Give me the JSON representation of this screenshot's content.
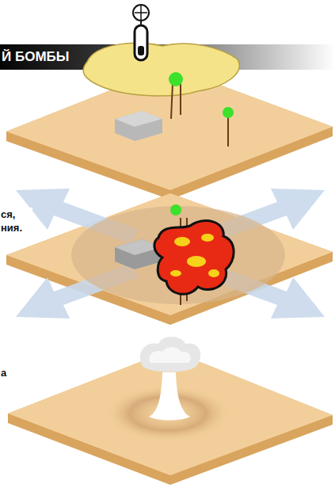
{
  "diagram": {
    "title": "Й БОМБЫ",
    "labels": [
      "ся, ния.",
      "а"
    ]
  }
}
